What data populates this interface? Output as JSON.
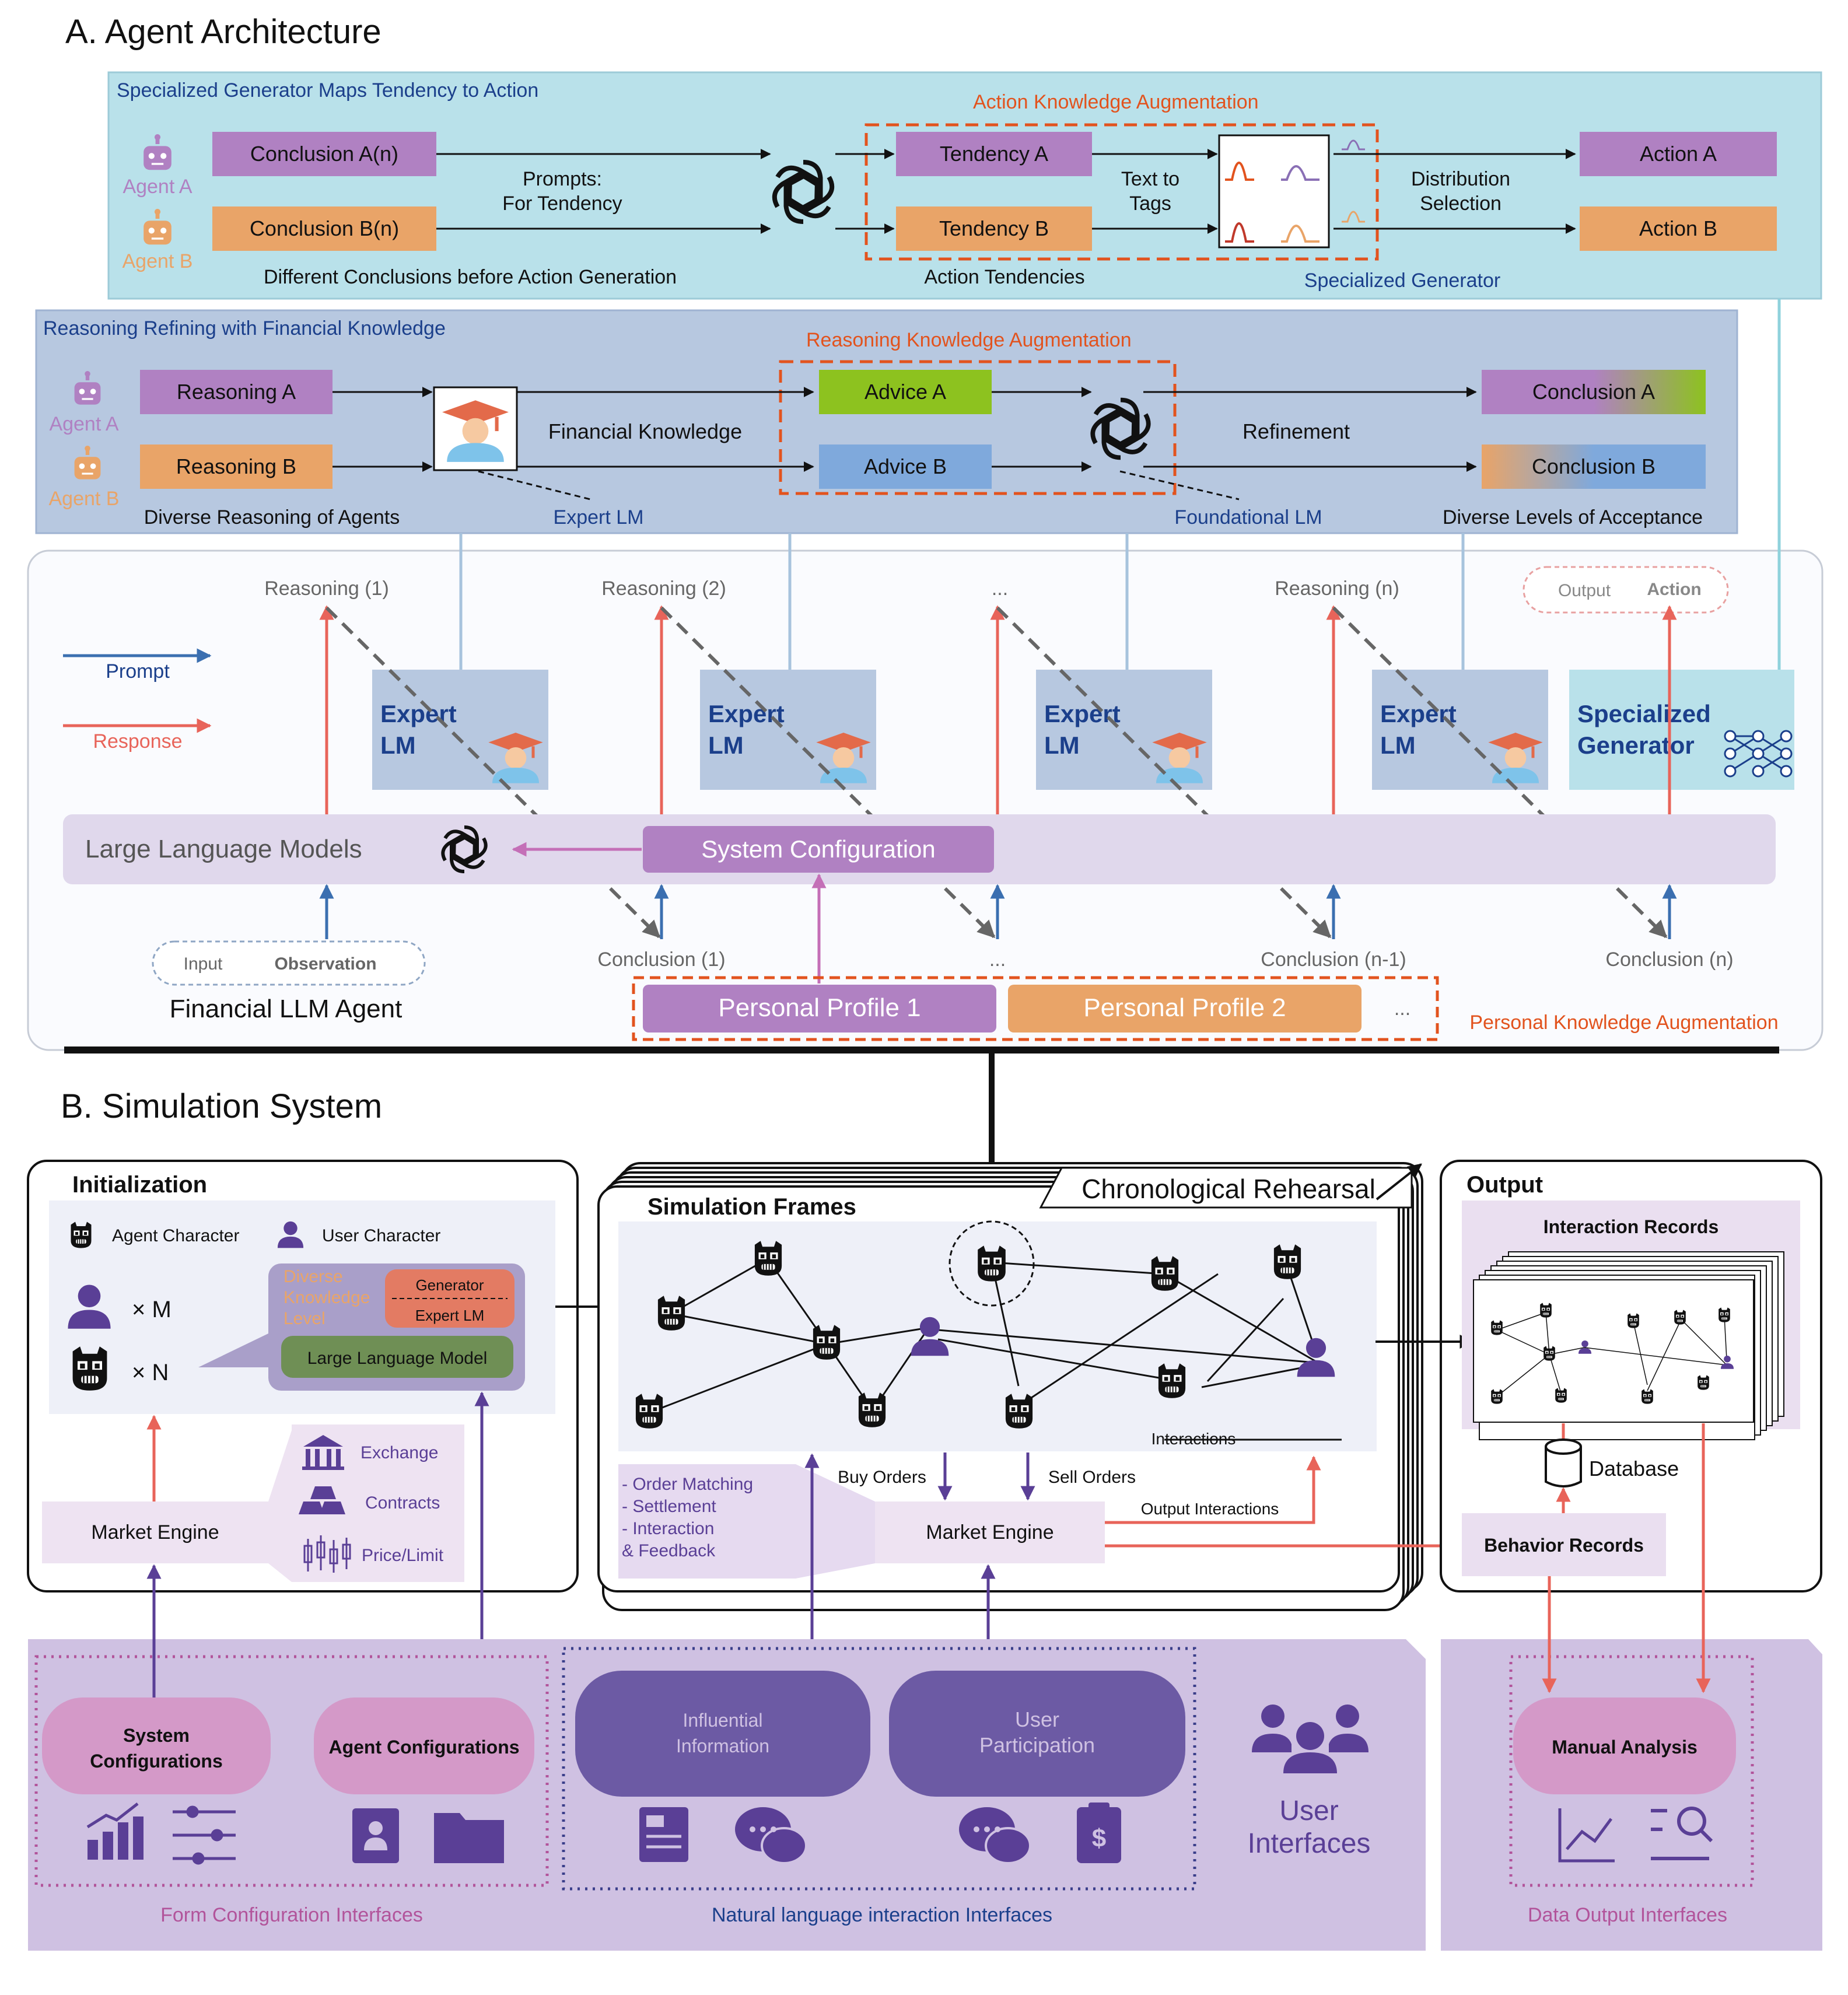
{
  "colors": {
    "purple": "#b081c2",
    "orange": "#e9a468",
    "green": "#8dc21f",
    "blue": "#7fa9dc",
    "cyanPanel": "#b9e1ea",
    "bluePanel": "#b7c8e0",
    "dashedOrange": "#e2531e",
    "navy": "#1b3f8b",
    "prompt": "#3b6fb0",
    "response": "#e8645a",
    "uiPurple": "#6c5aa4",
    "uiLight": "#cfc1e2"
  },
  "sectionA": {
    "title": "A. Agent Architecture",
    "action": {
      "panelTitle": "Specialized Generator Maps Tendency to Action",
      "augTitle": "Action Knowledge Augmentation",
      "agentA": "Agent A",
      "agentB": "Agent B",
      "conclusionA": "Conclusion A(n)",
      "conclusionB": "Conclusion B(n)",
      "prompts1": "Prompts:",
      "prompts2": "For Tendency",
      "tendencyA": "Tendency A",
      "tendencyB": "Tendency B",
      "textTo1": "Text to",
      "textTo2": "Tags",
      "dist1": "Distribution",
      "dist2": "Selection",
      "actionA": "Action A",
      "actionB": "Action B",
      "captionLeft": "Different Conclusions before Action Generation",
      "captionMid": "Action Tendencies",
      "captionRight": "Specialized Generator"
    },
    "reasoning": {
      "panelTitle": "Reasoning Refining with Financial Knowledge",
      "augTitle": "Reasoning Knowledge Augmentation",
      "agentA": "Agent A",
      "agentB": "Agent B",
      "reasoningA": "Reasoning A",
      "reasoningB": "Reasoning B",
      "financialKnowledge": "Financial Knowledge",
      "adviceA": "Advice A",
      "adviceB": "Advice B",
      "refinement": "Refinement",
      "conclusionA": "Conclusion A",
      "conclusionB": "Conclusion B",
      "captionLeft": "Diverse Reasoning of Agents",
      "expertLM": "Expert LM",
      "foundationalLM": "Foundational LM",
      "captionRight": "Diverse Levels of Acceptance"
    },
    "agent": {
      "reasoning": [
        "Reasoning (1)",
        "Reasoning (2)",
        "...",
        "Reasoning (n)"
      ],
      "outputLabel": "Output",
      "actionLabel": "Action",
      "prompt": "Prompt",
      "response": "Response",
      "expertLine1": "Expert",
      "expertLine2": "LM",
      "specLine1": "Specialized",
      "specLine2": "Generator",
      "llm": "Large Language Models",
      "systemConfig": "System Configuration",
      "inputLabel": "Input",
      "observationLabel": "Observation",
      "conclusions": [
        "Conclusion (1)",
        "...",
        "Conclusion (n-1)",
        "Conclusion (n)"
      ],
      "agentTitle": "Financial LLM Agent",
      "profile1": "Personal Profile 1",
      "profile2": "Personal Profile 2",
      "profileMore": "...",
      "personalAug": "Personal Knowledge Augmentation"
    }
  },
  "sectionB": {
    "title": "B. Simulation System",
    "init": {
      "title": "Initialization",
      "agentChar": "Agent Character",
      "userChar": "User Character",
      "timesM": "× M",
      "timesN": "× N",
      "diverse1": "Diverse",
      "diverse2": "Knowledge",
      "diverse3": "Level",
      "generator": "Generator",
      "expertLM": "Expert LM",
      "llm": "Large Language Model",
      "marketEngine": "Market Engine",
      "exchange": "Exchange",
      "contracts": "Contracts",
      "priceLimit": "Price/Limit"
    },
    "sim": {
      "chrono": "Chronological Rehearsal",
      "frames": "Simulation Frames",
      "interactions": "Interactions",
      "features": [
        "- Order Matching",
        "- Settlement",
        "- Interaction",
        "& Feedback"
      ],
      "buyOrders": "Buy Orders",
      "sellOrders": "Sell Orders",
      "marketEngine": "Market Engine",
      "outputInteractions": "Output Interactions"
    },
    "output": {
      "title": "Output",
      "interactionRecords": "Interaction Records",
      "database": "Database",
      "behaviorRecords": "Behavior Records"
    },
    "interfaces": {
      "systemConfig1": "System",
      "systemConfig2": "Configurations",
      "agentConfig": "Agent Configurations",
      "influential1": "Influential",
      "influential2": "Information",
      "user1": "User",
      "user2": "Participation",
      "userInterfaces1": "User",
      "userInterfaces2": "Interfaces",
      "manualAnalysis": "Manual Analysis",
      "formConfig": "Form Configuration Interfaces",
      "naturalLanguage": "Natural language interaction Interfaces",
      "dataOutput": "Data Output Interfaces"
    }
  }
}
